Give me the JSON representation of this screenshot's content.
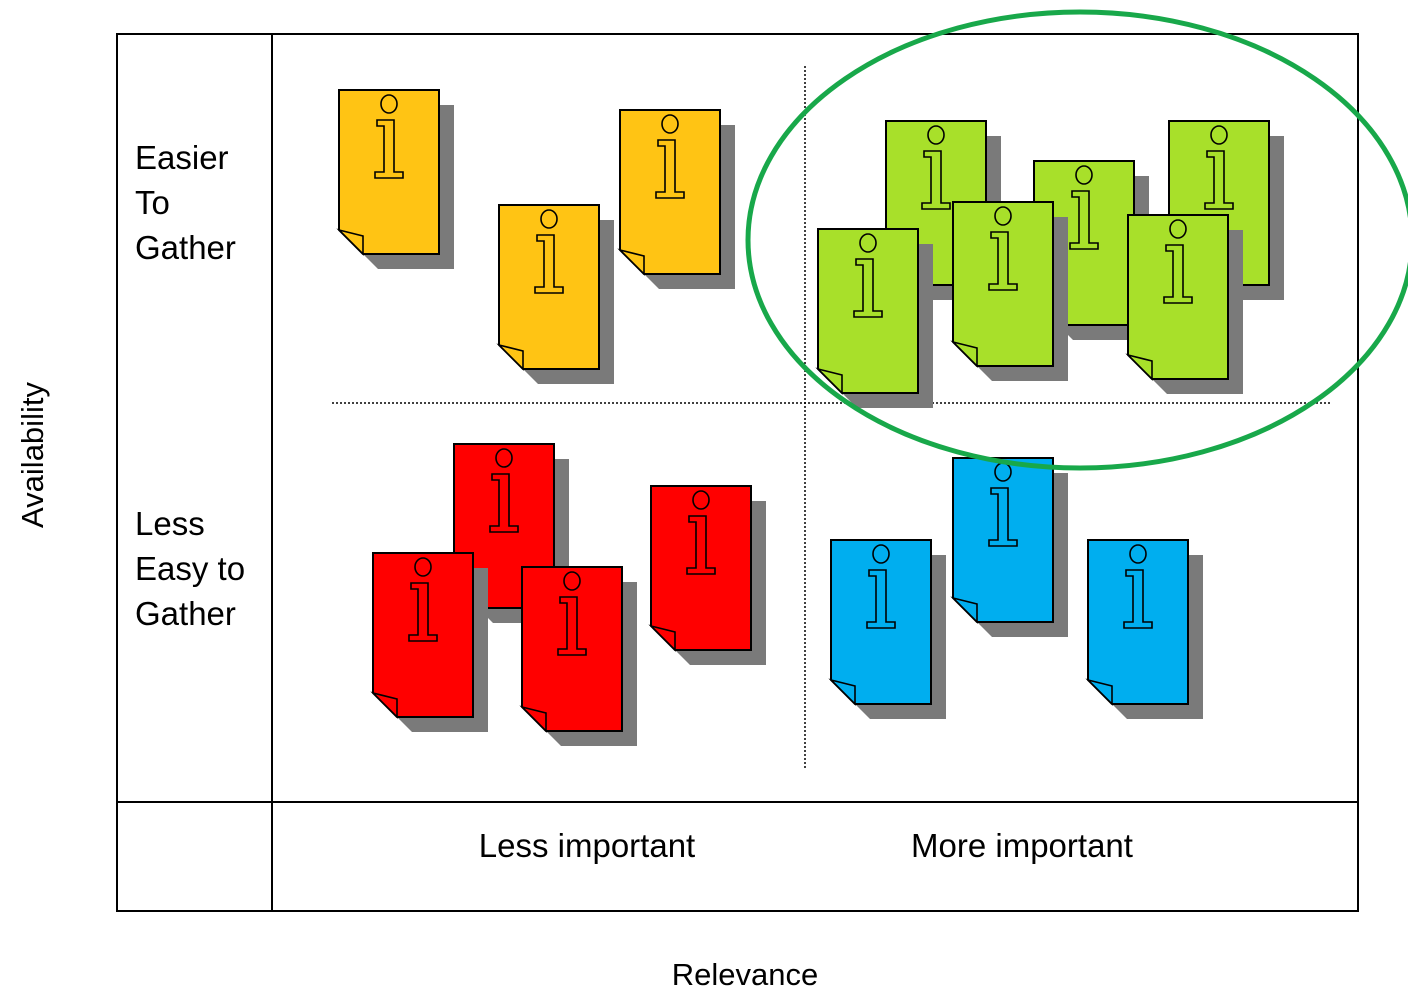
{
  "y_axis": {
    "label": "Availability"
  },
  "x_axis": {
    "label": "Relevance"
  },
  "rows": [
    {
      "label_lines": [
        "Easier",
        "To",
        "Gather"
      ]
    },
    {
      "label_lines": [
        "Less",
        "Easy to",
        "Gather"
      ]
    }
  ],
  "columns": [
    {
      "label": "Less important"
    },
    {
      "label": "More important"
    }
  ],
  "quadrants": [
    {
      "id": "easier-less-important",
      "color": "#FFC414",
      "document_count": 3
    },
    {
      "id": "easier-more-important",
      "color": "#A8E02A",
      "document_count": 6,
      "highlighted": true
    },
    {
      "id": "less-easy-less-important",
      "color": "#FF0000",
      "document_count": 4
    },
    {
      "id": "less-easy-more-important",
      "color": "#00AEEF",
      "document_count": 3
    }
  ],
  "highlight": {
    "shape": "ellipse",
    "color": "#18A84A"
  },
  "icons": {
    "document": "info-document-icon",
    "glyph": "info-i-icon"
  }
}
